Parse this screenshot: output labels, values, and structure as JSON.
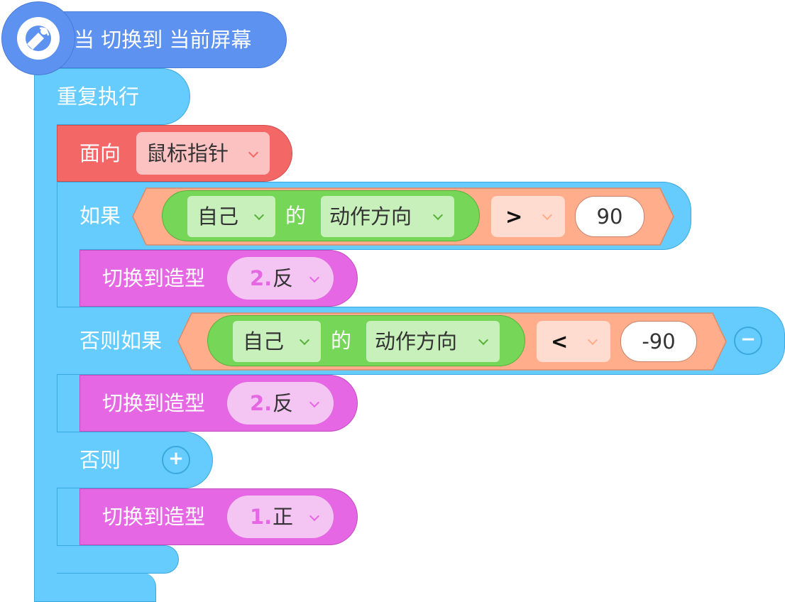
{
  "colors": {
    "event": "#5e92f1",
    "control": "#66ccfe",
    "motion": "#f46767",
    "looks": "#e667e4",
    "operator": "#ffad8b",
    "sensing": "#76d658"
  },
  "hat": {
    "icon": "satellite-dish-icon",
    "label": "当 切换到 当前屏幕"
  },
  "loop": {
    "label": "重复执行"
  },
  "face_block": {
    "label": "面向",
    "target": "鼠标指针"
  },
  "if_block": {
    "if_label": "如果",
    "else_if_label": "否则如果",
    "else_label": "否则",
    "add_icon": "plus-icon",
    "remove_icon": "minus-icon"
  },
  "cond1": {
    "object": "自己",
    "of": "的",
    "property": "动作方向",
    "operator": ">",
    "value": "90"
  },
  "cond2": {
    "object": "自己",
    "of": "的",
    "property": "动作方向",
    "operator": "<",
    "value": "-90"
  },
  "costume1": {
    "label": "切换到造型",
    "index": "2.",
    "name": "反"
  },
  "costume2": {
    "label": "切换到造型",
    "index": "2.",
    "name": "反"
  },
  "costume3": {
    "label": "切换到造型",
    "index": "1.",
    "name": "正"
  }
}
